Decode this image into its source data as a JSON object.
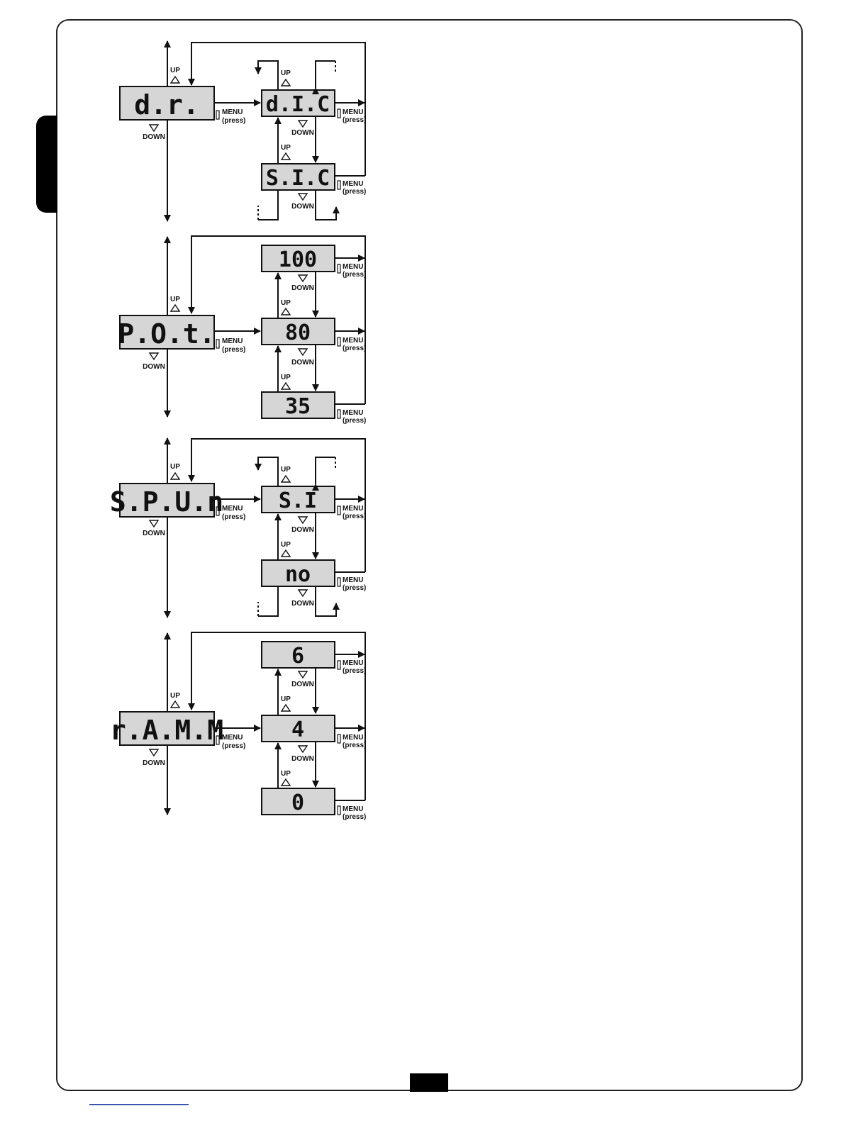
{
  "labels": {
    "up": "UP",
    "down": "DOWN",
    "menu": "MENU",
    "press": "(press)"
  },
  "groups": [
    {
      "id": "drct",
      "title_display": "d.r.",
      "options": [
        {
          "display": "d.I.C"
        },
        {
          "display": "S.I.C"
        }
      ],
      "wraps": true
    },
    {
      "id": "pot",
      "title_display": "P.O.t.",
      "options": [
        {
          "display": "100"
        },
        {
          "display": "80"
        },
        {
          "display": "35"
        }
      ],
      "wraps": false
    },
    {
      "id": "spun",
      "title_display": "S.P.U.n",
      "options": [
        {
          "display": "S.I"
        },
        {
          "display": "no"
        }
      ],
      "wraps": true
    },
    {
      "id": "ram",
      "title_display": "r.A.M.M",
      "options": [
        {
          "display": "6"
        },
        {
          "display": "4"
        },
        {
          "display": "0"
        }
      ],
      "wraps": false
    }
  ]
}
